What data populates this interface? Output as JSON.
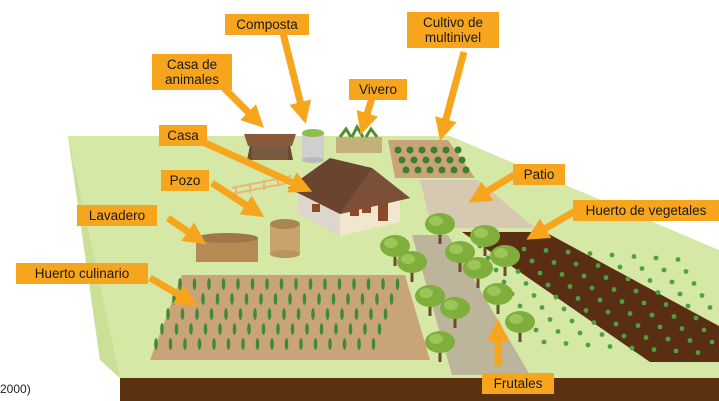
{
  "labels": {
    "composta": "Composta",
    "cultivo_multinivel": "Cultivo de multinivel",
    "casa_animales": "Casa de animales",
    "vivero": "Vivero",
    "casa": "Casa",
    "pozo": "Pozo",
    "patio": "Patio",
    "lavadero": "Lavadero",
    "huerto_vegetales": "Huerto de vegetales",
    "huerto_culinario": "Huerto culinario",
    "frutales": "Frutales"
  },
  "source_fragment": "2000)",
  "colors": {
    "label_bg": "#f7a51d",
    "arrow": "#f7a51d",
    "lawn": "#d6e8a6",
    "soil_dark": "#5a2e12",
    "soil_light": "#c9a47a",
    "patio": "#d7c8b2",
    "tree": "#7fae3c"
  }
}
